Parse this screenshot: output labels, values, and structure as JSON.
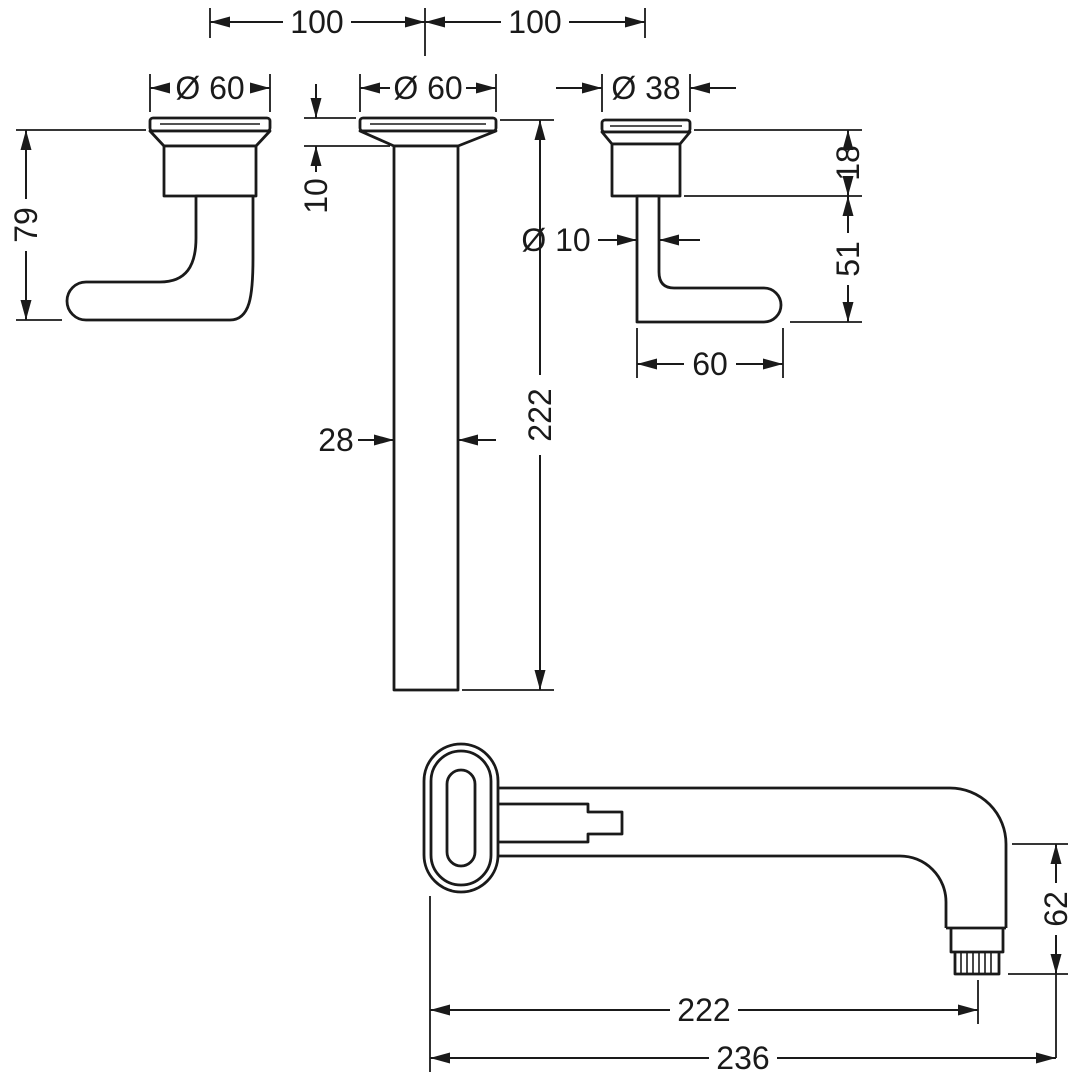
{
  "drawing": {
    "line_color": "#1a1a1a",
    "background": "#ffffff"
  },
  "dims": {
    "spacing_left": "100",
    "spacing_right": "100",
    "dia_rosette_left": "Ø 60",
    "dia_rosette_middle": "Ø 60",
    "dia_rosette_right": "Ø 38",
    "handle_height_left": "79",
    "rosette_depth_middle": "10",
    "spout_body_width": "28",
    "spout_length_top_view": "222",
    "rosette_depth_right": "18",
    "lever_stem_dia": "Ø 10",
    "lever_drop_right": "51",
    "lever_length_right": "60",
    "spout_outlet_drop": "62",
    "spout_reach_to_outlet": "222",
    "spout_reach_total": "236"
  }
}
